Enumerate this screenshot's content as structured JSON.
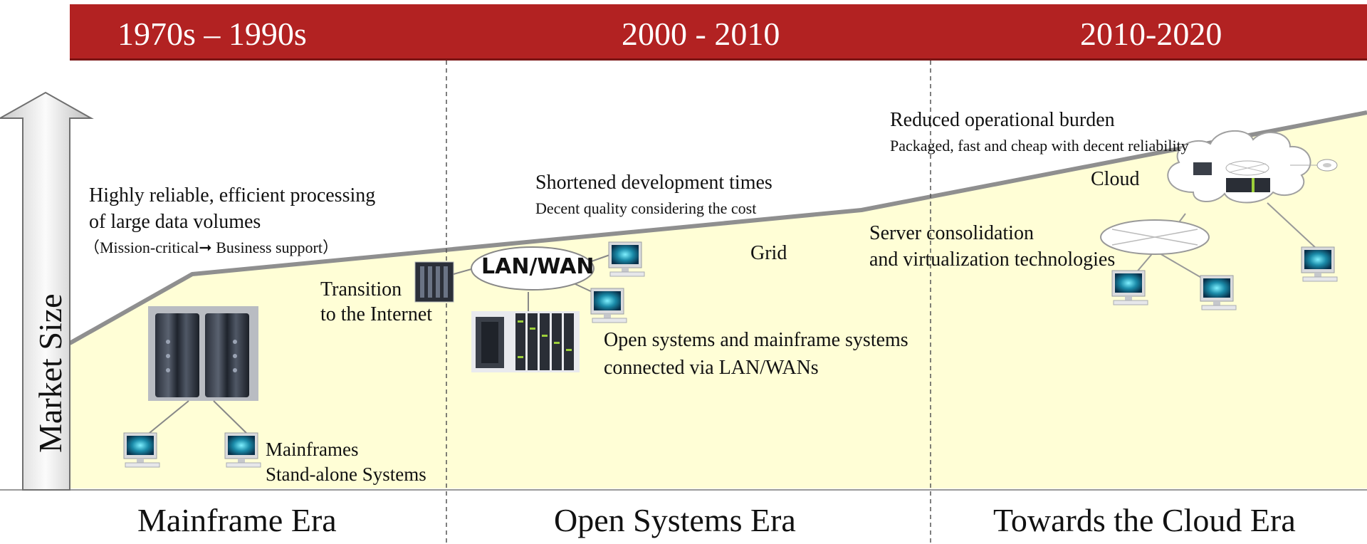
{
  "colors": {
    "header_bg": "#b22222",
    "market_area": "#fffed6",
    "trend_line": "#8f8f8f",
    "divider": "#555555"
  },
  "header": {
    "periods": [
      "1970s – 1990s",
      "2000 - 2010",
      "2010-2020"
    ]
  },
  "axis": {
    "label": "Market Size"
  },
  "eras": {
    "mainframe": {
      "name": "Mainframe Era",
      "benefit_line1": "Highly reliable, efficient processing",
      "benefit_line2": "of large data volumes",
      "benefit_note": "（Mission-critical➞ Business support）",
      "system_line1": "Mainframes",
      "system_line2": "Stand-alone Systems",
      "transition_line1": "Transition",
      "transition_line2": "to the Internet"
    },
    "open_systems": {
      "name": "Open Systems Era",
      "benefit_title": "Shortened development times",
      "benefit_note": "Decent quality considering the cost",
      "network_label": "LAN/WAN",
      "grid_label": "Grid",
      "system_line1": "Open systems and mainframe systems",
      "system_line2": "connected via LAN/WANs"
    },
    "cloud": {
      "name": "Towards the Cloud Era",
      "benefit_title": "Reduced operational burden",
      "benefit_note": "Packaged, fast and cheap with decent reliability",
      "cloud_label": "Cloud",
      "tech_line1": "Server consolidation",
      "tech_line2": "and virtualization technologies"
    }
  },
  "icons": {
    "market_arrow": "up-arrow-icon",
    "mainframe": "mainframe-cabinet-icon",
    "workstation": "desktop-computer-icon",
    "server_rack": "server-rack-icon",
    "network_hub": "network-hub-icon",
    "cloud": "cloud-icon"
  }
}
